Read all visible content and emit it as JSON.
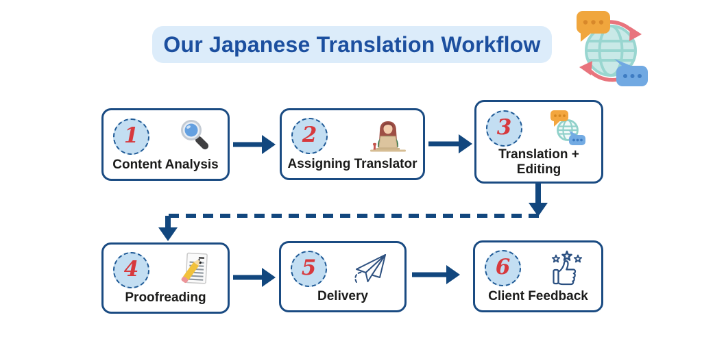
{
  "header": {
    "title": "Our Japanese Translation Workflow",
    "logo": "translation-globe-logo"
  },
  "steps": [
    {
      "number": "1",
      "label": "Content Analysis",
      "icon": "magnifier-icon"
    },
    {
      "number": "2",
      "label": "Assigning Translator",
      "icon": "translator-at-laptop-icon"
    },
    {
      "number": "3",
      "label": "Translation + Editing",
      "icon": "globe-speech-bubbles-icon"
    },
    {
      "number": "4",
      "label": "Proofreading",
      "icon": "document-pencil-icon"
    },
    {
      "number": "5",
      "label": "Delivery",
      "icon": "paper-plane-icon"
    },
    {
      "number": "6",
      "label": "Client Feedback",
      "icon": "thumbs-up-stars-icon"
    }
  ],
  "colors": {
    "title_text": "#1c4f9f",
    "title_bg": "#dcecfa",
    "box_border": "#1a4b82",
    "arrow": "#12477e",
    "number_red": "#d7393d",
    "number_circle_bg": "#c3def2",
    "number_circle_border": "#1f5a96",
    "label_text": "#1b1b1a",
    "logo_globe": "#c9e9e7",
    "logo_arrows": "#e8747d",
    "bubble_orange": "#f0a63d",
    "bubble_blue": "#71a9e2"
  }
}
